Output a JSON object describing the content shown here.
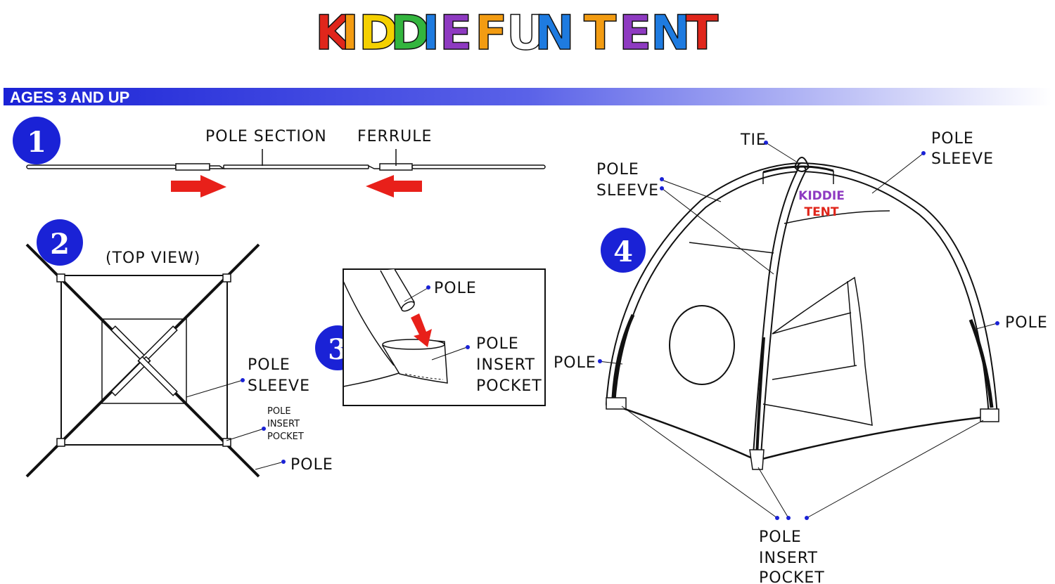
{
  "title": {
    "letters": [
      {
        "ch": "K",
        "color": "#e0261b"
      },
      {
        "ch": "I",
        "color": "#f39c12"
      },
      {
        "ch": "D",
        "color": "#f4d000"
      },
      {
        "ch": "D",
        "color": "#33b53e"
      },
      {
        "ch": "I",
        "color": "#1e7be0"
      },
      {
        "ch": "E",
        "color": "#8e3ac1"
      },
      {
        "ch": "F",
        "color": "#f39c12"
      },
      {
        "ch": "U",
        "color": "#ffffff"
      },
      {
        "ch": "N",
        "color": "#1e7be0"
      },
      {
        "ch": "T",
        "color": "#f39c12"
      },
      {
        "ch": "E",
        "color": "#8e3ac1"
      },
      {
        "ch": "N",
        "color": "#1e7be0"
      },
      {
        "ch": "T",
        "color": "#e0261b"
      }
    ]
  },
  "banner": {
    "text": "AGES 3 AND UP",
    "color": "#1a22d6"
  },
  "steps": [
    {
      "number": "1",
      "color": "#1a22d6"
    },
    {
      "number": "2",
      "color": "#1a22d6"
    },
    {
      "number": "3",
      "color": "#1a22d6"
    },
    {
      "number": "4",
      "color": "#1a22d6"
    }
  ],
  "step1": {
    "pole_section": "POLE SECTION",
    "ferrule": "FERRULE"
  },
  "step2": {
    "top_view": "(TOP VIEW)",
    "pole_sleeve": [
      "POLE",
      "SLEEVE"
    ],
    "pole_insert_pocket": [
      "POLE",
      "INSERT",
      "POCKET"
    ],
    "pole": "POLE"
  },
  "step3": {
    "pole": "POLE",
    "pole_insert_pocket": [
      "POLE",
      "INSERT",
      "POCKET"
    ]
  },
  "step4": {
    "tie": "TIE",
    "pole_sleeve_left": [
      "POLE",
      "SLEEVE"
    ],
    "pole_sleeve_right": [
      "POLE",
      "SLEEVE"
    ],
    "pole_left": "POLE",
    "pole_right": "POLE",
    "pole_insert_pocket": [
      "POLE",
      "INSERT",
      "POCKET"
    ],
    "tent_logo": [
      {
        "text": "KIDDIE"
      },
      {
        "text": "TENT"
      }
    ]
  },
  "colors": {
    "arrow": "#e8201a",
    "dot": "#1a22d6",
    "line": "#111111"
  }
}
